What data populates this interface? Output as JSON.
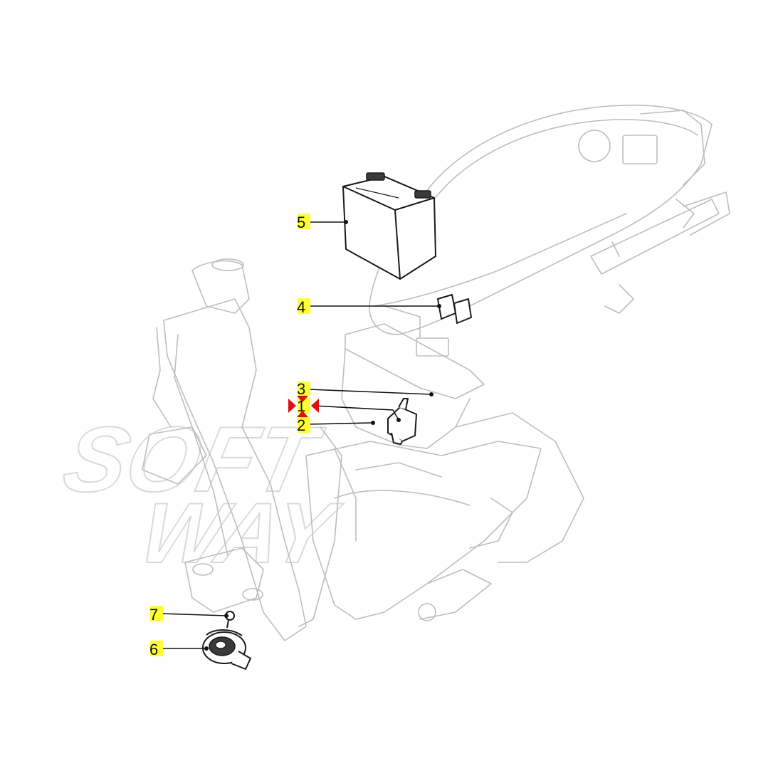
{
  "diagram": {
    "watermark": {
      "line1": "SOFT",
      "line2": "WAY"
    },
    "callouts": [
      {
        "id": "5",
        "label": "5",
        "part": "battery"
      },
      {
        "id": "4",
        "label": "4",
        "part": "relays"
      },
      {
        "id": "3",
        "label": "3",
        "part": "fuse-box-bracket"
      },
      {
        "id": "1",
        "label": "1",
        "part": "fuse-box",
        "highlighted": true
      },
      {
        "id": "2",
        "label": "2",
        "part": "regulator"
      },
      {
        "id": "7",
        "label": "7",
        "part": "screw"
      },
      {
        "id": "6",
        "label": "6",
        "part": "horn"
      }
    ],
    "colors": {
      "label_highlight": "#ffff33",
      "selection_marker": "#e01010",
      "frame_line": "#bdbdbd"
    }
  }
}
